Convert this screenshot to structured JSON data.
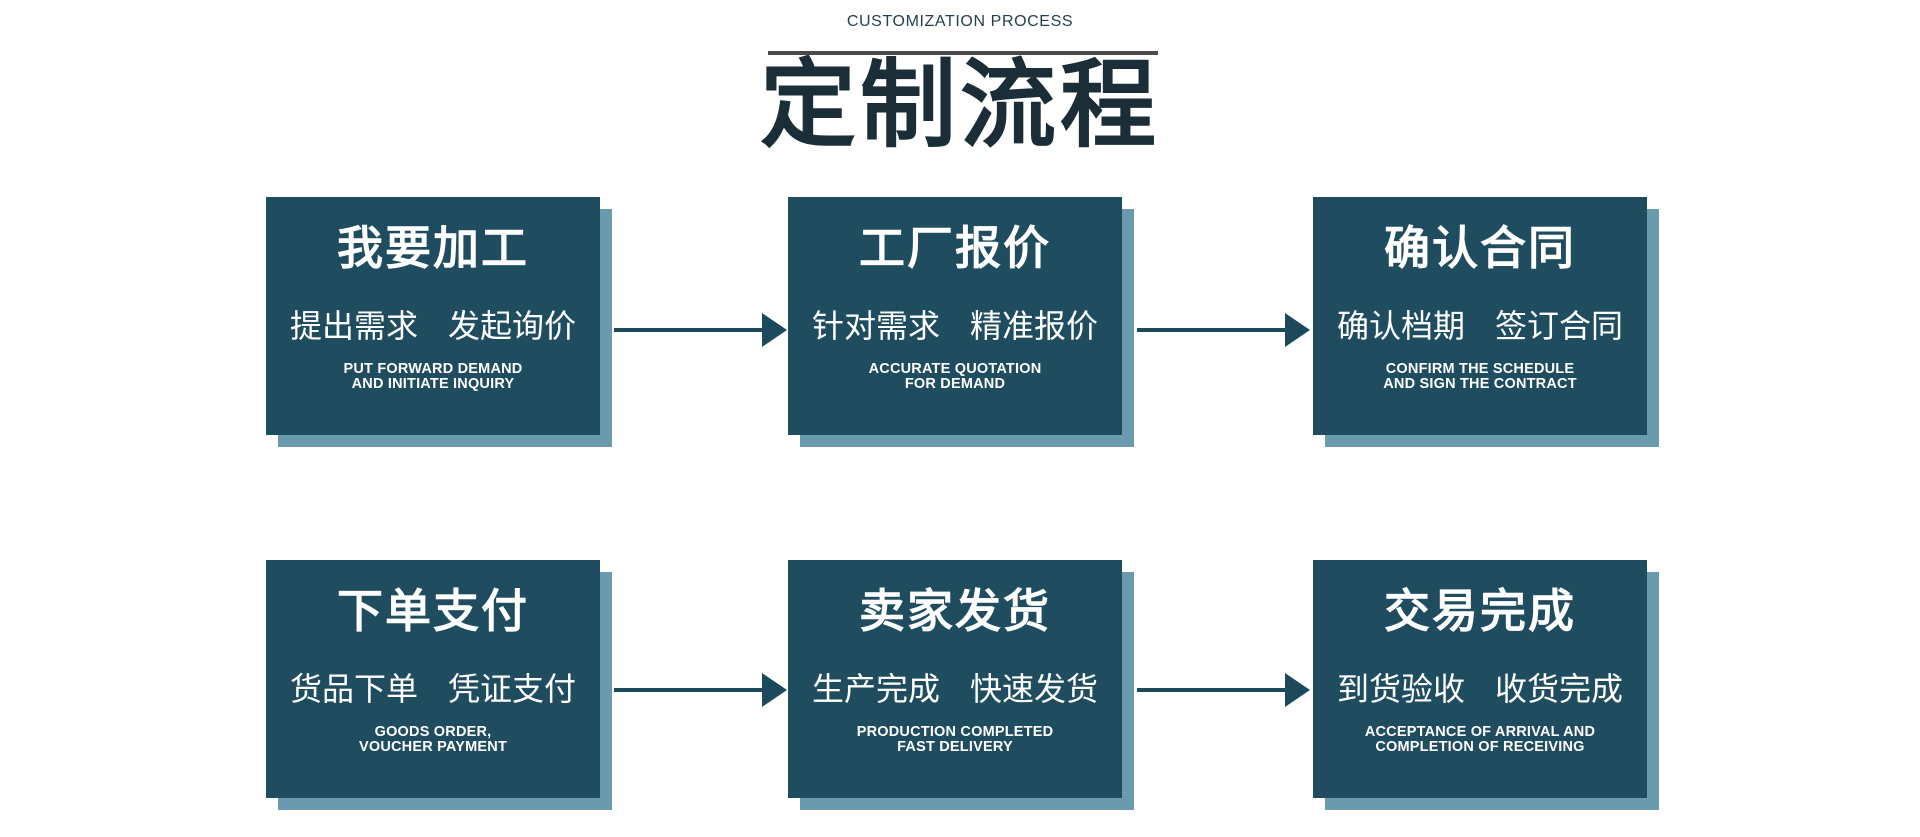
{
  "header": {
    "eyebrow": "CUSTOMIZATION PROCESS",
    "title": "定制流程"
  },
  "steps": [
    {
      "title": "我要加工",
      "sub1": "提出需求",
      "sub2": "发起询价",
      "note1": "PUT FORWARD DEMAND",
      "note2": "AND INITIATE INQUIRY"
    },
    {
      "title": "工厂报价",
      "sub1": "针对需求",
      "sub2": "精准报价",
      "note1": "ACCURATE QUOTATION",
      "note2": "FOR DEMAND"
    },
    {
      "title": "确认合同",
      "sub1": "确认档期",
      "sub2": "签订合同",
      "note1": "CONFIRM THE SCHEDULE",
      "note2": "AND SIGN THE CONTRACT"
    },
    {
      "title": "下单支付",
      "sub1": "货品下单",
      "sub2": "凭证支付",
      "note1": "GOODS ORDER,",
      "note2": "VOUCHER PAYMENT"
    },
    {
      "title": "卖家发货",
      "sub1": "生产完成",
      "sub2": "快速发货",
      "note1": "PRODUCTION COMPLETED",
      "note2": "FAST DELIVERY"
    },
    {
      "title": "交易完成",
      "sub1": "到货验收",
      "sub2": "收货完成",
      "note1": "ACCEPTANCE OF ARRIVAL AND",
      "note2": "COMPLETION OF RECEIVING"
    }
  ],
  "colors": {
    "box": "#1F4D5F",
    "shadow": "#6A9AAE",
    "arrow": "#1C4A5C",
    "title": "#1B2D37",
    "eyebrow": "#24404C",
    "divider": "#4A4A4A",
    "card_text": "#FFFFFF",
    "background": "#FFFFFF"
  }
}
